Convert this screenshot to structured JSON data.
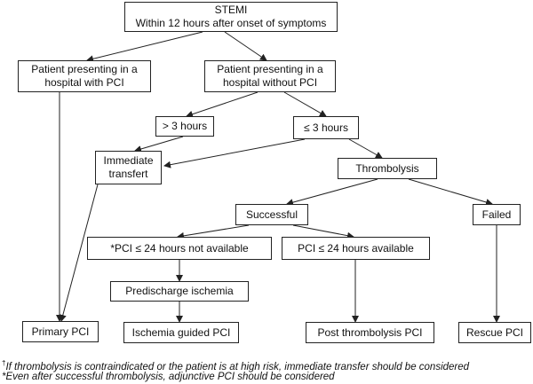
{
  "nodes": {
    "stemi": {
      "line1": "STEMI",
      "line2": "Within 12 hours after onset of  symptoms"
    },
    "pci_hospital": {
      "line1": "Patient presenting in a",
      "line2": "hospital with PCI"
    },
    "no_pci_hospital": {
      "line1": "Patient presenting in a",
      "line2": "hospital without PCI"
    },
    "gt3": {
      "label": "> 3 hours"
    },
    "le3": {
      "label": "≤ 3 hours"
    },
    "immediate": {
      "line1": "Immediate",
      "line2": "transfert"
    },
    "thrombolysis": {
      "label": "Thrombolysis"
    },
    "successful": {
      "label": "Successful"
    },
    "failed": {
      "label": "Failed"
    },
    "pci_not_avail": {
      "label": "*PCI ≤ 24 hours not available"
    },
    "pci_avail": {
      "label": "PCI ≤ 24 hours available"
    },
    "predischarge": {
      "label": "Predischarge ischemia"
    },
    "primary_pci": {
      "label": "Primary PCI"
    },
    "ischemia_pci": {
      "label": "Ischemia guided PCI"
    },
    "post_thrombo": {
      "label": "Post thrombolysis PCI"
    },
    "rescue_pci": {
      "label": "Rescue PCI"
    }
  },
  "footnotes": {
    "dagger_symbol": "†",
    "dagger": "If thrombolysis is contraindicated or the patient is at high risk, immediate transfer should be considered",
    "star": "*Even after successful thrombolysis, adjunctive PCI should be considered"
  }
}
